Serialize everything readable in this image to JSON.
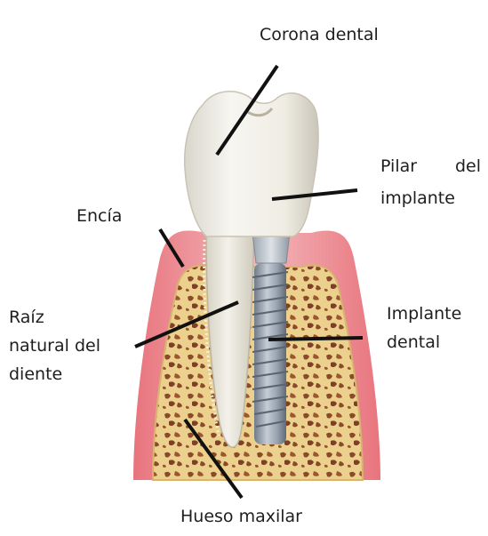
{
  "labels": {
    "corona": "Corona dental",
    "pilar_word1": "Pilar",
    "pilar_word2": "del",
    "pilar_line2": "implante",
    "encia": "Encía",
    "raiz_line1": "Raíz",
    "raiz_line2": "natural del",
    "raiz_line3": "diente",
    "implante_line1": "Implante",
    "implante_line2": "dental",
    "hueso": "Hueso maxilar"
  },
  "colors": {
    "gum": "#e27f87",
    "gum_light": "#f2b3b7",
    "bone": "#ecd08e",
    "bone_pore": "#8a4a2a",
    "tooth": "#f3f1ea",
    "implant": "#8e9aa6",
    "leader": "#111111"
  }
}
